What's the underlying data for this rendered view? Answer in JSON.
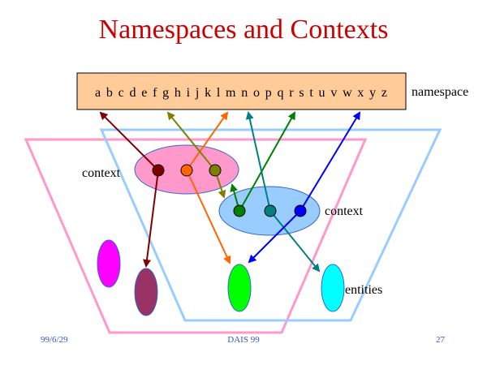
{
  "slide": {
    "title": "Namespaces and Contexts",
    "namespace_letters": "a b c d e f g h i j k l m n o p q r s t u v w x y z",
    "namespace_label": "namespace",
    "context_label_1": "context",
    "context_label_2": "context",
    "entities_label": "entities",
    "footer_date": "99/6/29",
    "footer_center": "DAIS 99",
    "footer_page": "27"
  },
  "colors": {
    "title": "#cc0000",
    "namespace_box": "#ffcc99",
    "context1_fill": "#ff99cc",
    "context2_fill": "#99ccff",
    "trapezoid_pink": "#ff99cc",
    "trapezoid_blue": "#99ccff",
    "arrow_darkred": "#800000",
    "arrow_orange": "#ff6600",
    "arrow_olive": "#808000",
    "arrow_green": "#008000",
    "arrow_teal": "#008080",
    "arrow_blue": "#0000ff",
    "entity_magenta": "#ff00ff",
    "entity_plum": "#993366",
    "entity_green": "#00ff00",
    "entity_cyan": "#00ffff"
  }
}
